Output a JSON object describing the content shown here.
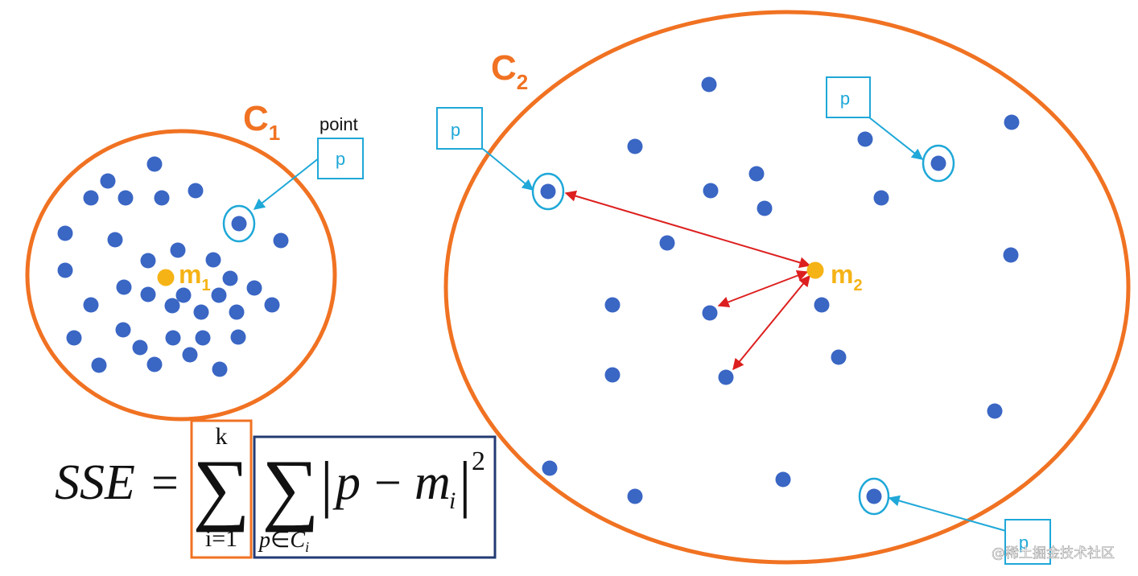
{
  "clusters": [
    {
      "label": "C",
      "subscript": "1",
      "centroid_label": "m",
      "centroid_subscript": "1"
    },
    {
      "label": "C",
      "subscript": "2",
      "centroid_label": "m",
      "centroid_subscript": "2"
    }
  ],
  "point_caption": "point",
  "point_box_label": "p",
  "formula": {
    "lhs": "SSE",
    "equals": "=",
    "outer_sum_upper": "k",
    "outer_sum_lower": "i=1",
    "sigma": "∑",
    "inner_sum_lower_p": "p",
    "inner_sum_lower_in": "∈",
    "inner_sum_lower_C": "C",
    "inner_sum_lower_sub": "i",
    "abs_open": "|",
    "term_p": "p",
    "minus": "−",
    "term_m": "m",
    "term_m_sub": "i",
    "abs_close": "|",
    "exponent": "2"
  },
  "watermark": "@稀土掘金技术社区",
  "colors": {
    "cluster_outline": "#f07222",
    "data_point": "#3a66c4",
    "centroid": "#f5b316",
    "highlight": "#1fa8d8",
    "distance_arrow": "#dd1f1f",
    "inner_sum_box": "#233b73"
  }
}
